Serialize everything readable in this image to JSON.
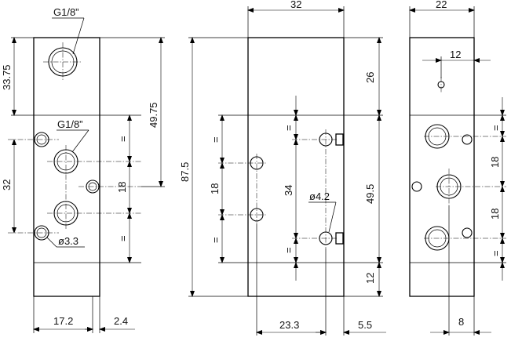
{
  "dimensions": {
    "g18_top": "G1/8”",
    "g18_mid": "G1/8”",
    "d_33_75": "33.75",
    "d_49_75": "49.75",
    "d_32_left": "32",
    "d_18_left": "18",
    "eq1": "=",
    "eq2": "=",
    "phi33": "ø3.3",
    "d_17_2": "17.2",
    "d_2_4": "2.4",
    "d_32_top": "32",
    "d_87_5": "87.5",
    "d_26": "26",
    "d_49_5": "49.5",
    "d_12_front": "12",
    "d_18_front": "18",
    "d_34": "34",
    "eq3": "=",
    "eq4": "=",
    "eq5": "=",
    "eq6": "=",
    "phi42": "ø4.2",
    "d_23_3": "23.3",
    "d_5_5": "5.5",
    "d_22": "22",
    "d_12_side": "12",
    "d_18_side_a": "18",
    "d_18_side_b": "18",
    "eq7": "=",
    "eq8": "=",
    "d_8": "8"
  }
}
